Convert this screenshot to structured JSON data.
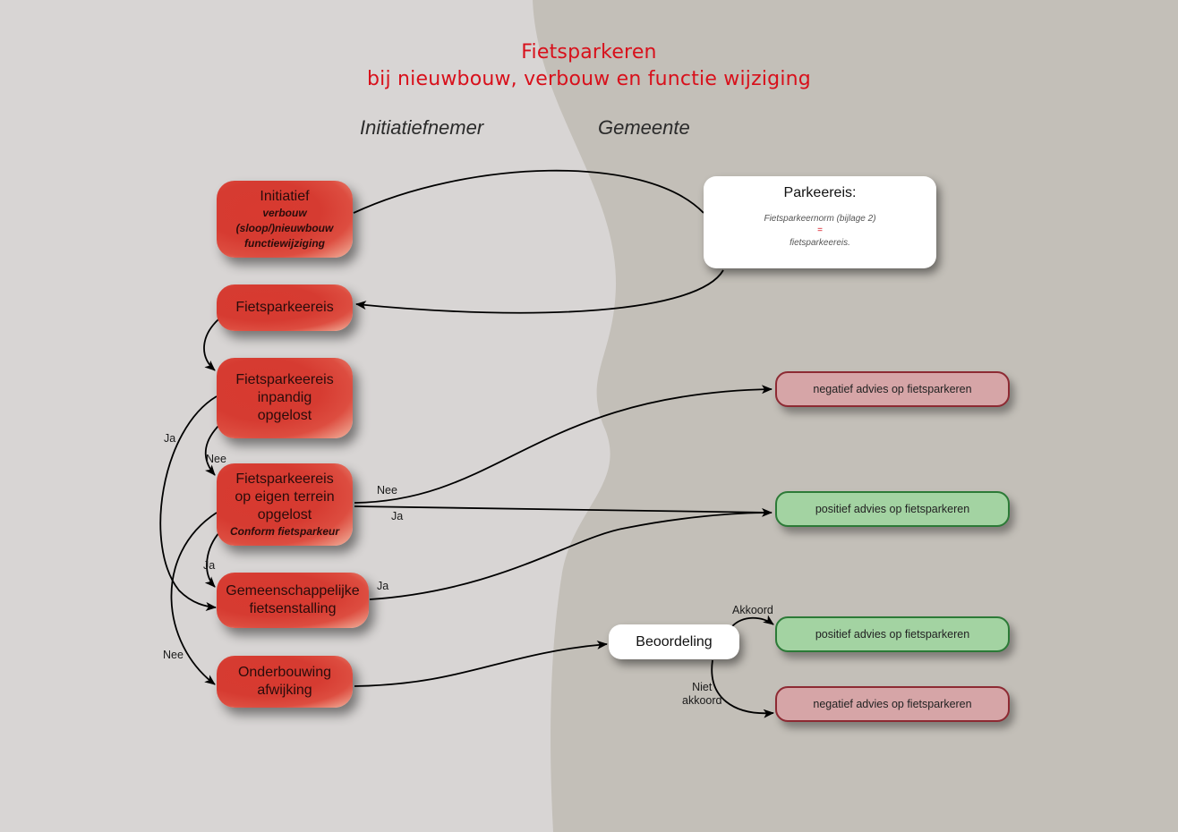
{
  "title": {
    "line1": "Fietsparkeren",
    "line2": "bij nieuwbouw, verbouw en functie wijziging",
    "color": "#d8101b"
  },
  "lanes": {
    "left": "Initiatiefnemer",
    "right": "Gemeente"
  },
  "colors": {
    "left_background": "#d8d5d4",
    "right_background": "#c3bfb8",
    "process_node": "#d83a30",
    "negative_outcome": "#d6a5a7",
    "positive_outcome": "#a3d3a2"
  },
  "nodes": {
    "initiatief": {
      "title": "Initiatief",
      "details": [
        "verbouw",
        "(sloop/)nieuwbouw",
        "functiewijziging"
      ]
    },
    "fietsparkeereis": {
      "title": "Fietsparkeereis"
    },
    "inpandig": {
      "lines": [
        "Fietsparkeereis",
        "inpandig",
        "opgelost"
      ]
    },
    "eigen_terrein": {
      "lines": [
        "Fietsparkeereis",
        "op eigen terrein",
        "opgelost"
      ],
      "note": "Conform fietsparkeur"
    },
    "gemeenschappelijk": {
      "lines": [
        "Gemeenschappelijke",
        "fietsenstalling"
      ]
    },
    "onderbouwing": {
      "lines": [
        "Onderbouwing",
        "afwijking"
      ]
    },
    "parkeereis": {
      "title": "Parkeereis:",
      "formula_left": "Fietsparkeernorm (bijlage 2)",
      "equals": "=",
      "formula_right": "fietsparkeereis."
    },
    "beoordeling": {
      "title": "Beoordeling"
    }
  },
  "outcomes": {
    "neg1": "negatief advies op fietsparkeren",
    "pos1": "positief advies op fietsparkeren",
    "pos2": "positief advies op fietsparkeren",
    "neg2": "negatief advies op fietsparkeren"
  },
  "edge_labels": {
    "inpandig_ja": "Ja",
    "inpandig_nee": "Nee",
    "terrein_nee": "Nee",
    "terrein_ja": "Ja",
    "terrein_ja_down": "Ja",
    "terrein_nee_down": "Nee",
    "gemeenschappelijk_ja": "Ja",
    "akkoord": "Akkoord",
    "niet_akkoord_1": "Niet",
    "niet_akkoord_2": "akkoord"
  }
}
